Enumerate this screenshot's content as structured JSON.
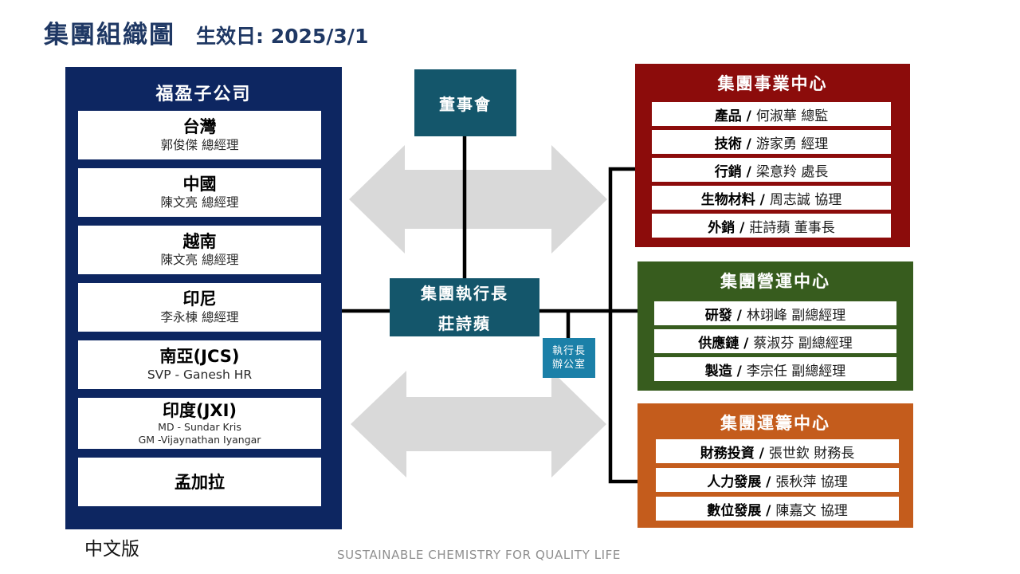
{
  "page": {
    "title": "集團組織圖",
    "effective_date": "生效日: 2025/3/1",
    "version_label": "中文版",
    "footer": "SUSTAINABLE CHEMISTRY FOR QUALITY LIFE"
  },
  "colors": {
    "navy_panel": "#0d2661",
    "teal_box": "#14566b",
    "office_blue": "#1b80a8",
    "business_red": "#8c0c0b",
    "operations_green": "#375c1e",
    "logistics_orange": "#c45c1c",
    "arrow_gray": "#d9d9d9",
    "title_text": "#1f3864",
    "connector_black": "#000000"
  },
  "board": {
    "label": "董事會"
  },
  "ceo": {
    "title": "集團執行長",
    "name": "莊詩蘋"
  },
  "ceo_office": {
    "line1": "執行長",
    "line2": "辦公室"
  },
  "subsidiaries": {
    "header": "福盈子公司",
    "items": [
      {
        "region": "台灣",
        "person": "郭俊傑 總經理"
      },
      {
        "region": "中國",
        "person": "陳文亮 總經理"
      },
      {
        "region": "越南",
        "person": "陳文亮 總經理"
      },
      {
        "region": "印尼",
        "person": "李永棟 總經理"
      },
      {
        "region": "南亞(JCS)",
        "person": "SVP - Ganesh HR"
      },
      {
        "region": "印度(JXI)",
        "person": "MD - Sundar Kris",
        "person2": "GM -Vijaynathan Iyangar"
      },
      {
        "region": "孟加拉",
        "person": ""
      }
    ]
  },
  "business_center": {
    "header": "集團事業中心",
    "rows": [
      {
        "dept": "產品 /",
        "person": "何淑華 總監"
      },
      {
        "dept": "技術 /",
        "person": "游家勇 經理"
      },
      {
        "dept": "行銷 /",
        "person": "梁意羚 處長"
      },
      {
        "dept": "生物材料 /",
        "person": "周志誠 協理"
      },
      {
        "dept": "外銷 /",
        "person": "莊詩蘋 董事長"
      }
    ]
  },
  "operations_center": {
    "header": "集團營運中心",
    "rows": [
      {
        "dept": "研發 /",
        "person": "林翊峰 副總經理"
      },
      {
        "dept": "供應鏈 /",
        "person": "蔡淑芬 副總經理"
      },
      {
        "dept": "製造 /",
        "person": "李宗任 副總經理"
      }
    ]
  },
  "logistics_center": {
    "header": "集團運籌中心",
    "rows": [
      {
        "dept": "財務投資 /",
        "person": "張世欽 財務長"
      },
      {
        "dept": "人力發展 /",
        "person": "張秋萍 協理"
      },
      {
        "dept": "數位發展 /",
        "person": "陳嘉文 協理"
      }
    ]
  }
}
